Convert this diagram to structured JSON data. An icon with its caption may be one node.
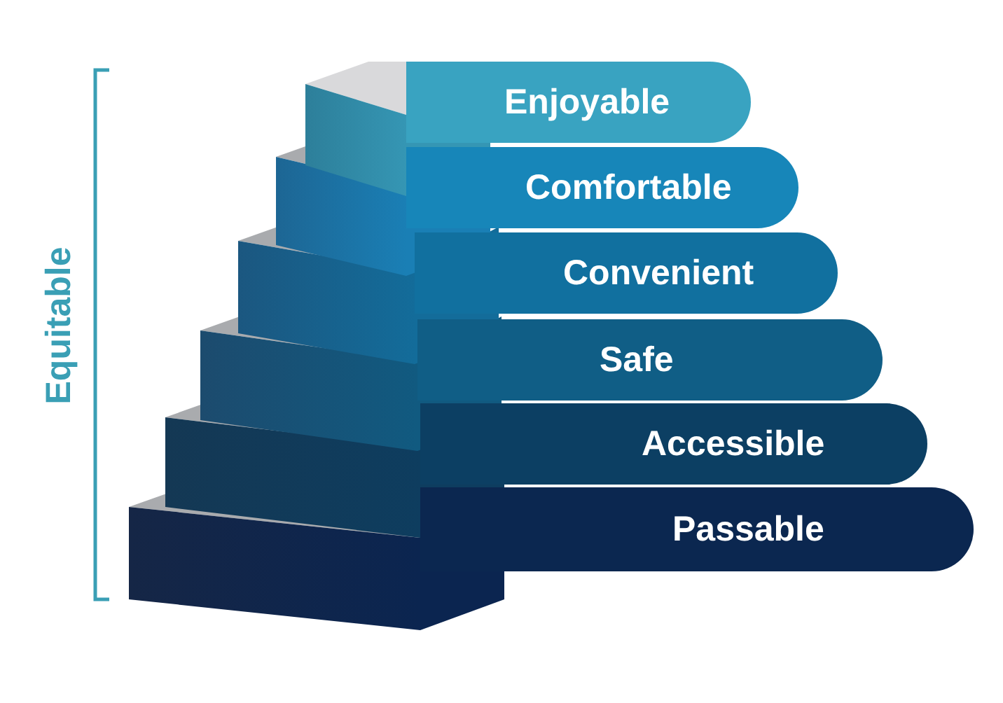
{
  "diagram": {
    "nodes": [
      {
        "text": [
          "Enjoyable"
        ]
      },
      {
        "text": [
          "Comfortable"
        ]
      },
      {
        "text": [
          "Convenient"
        ]
      },
      {
        "text": [
          "Safe"
        ]
      },
      {
        "text": [
          "Accessible"
        ]
      },
      {
        "text": [
          "Passable"
        ]
      }
    ],
    "labels": [
      "Equitable"
    ]
  }
}
